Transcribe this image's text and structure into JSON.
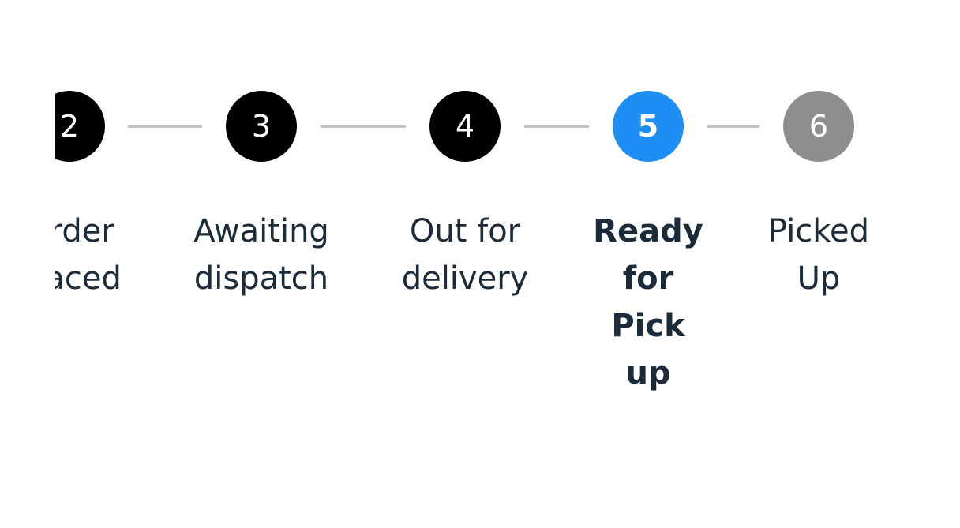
{
  "stepper": {
    "steps": [
      {
        "number": "2",
        "label_line1": "Order",
        "label_line2": "Placed",
        "state": "completed"
      },
      {
        "number": "3",
        "label_line1": "Awaiting",
        "label_line2": "dispatch",
        "state": "completed"
      },
      {
        "number": "4",
        "label_line1": "Out for",
        "label_line2": "delivery",
        "state": "completed"
      },
      {
        "number": "5",
        "label_line1": "Ready",
        "label_line2": "for",
        "label_line3": "Pick",
        "label_line4": "up",
        "state": "active"
      },
      {
        "number": "6",
        "label_line1": "Picked",
        "label_line2": "Up",
        "state": "upcoming"
      }
    ]
  },
  "colors": {
    "completed": "#000000",
    "active": "#1e8ef5",
    "upcoming": "#8e8e8e",
    "connector": "#c2c2c2",
    "label_text": "#1c2b3a"
  }
}
